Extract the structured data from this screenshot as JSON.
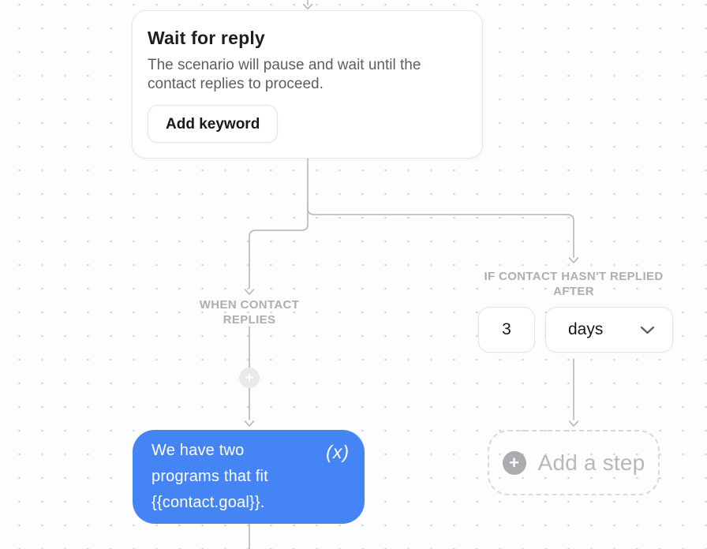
{
  "flow": {
    "wait_card": {
      "title": "Wait for reply",
      "description": "The scenario will pause and wait until the contact replies to proceed.",
      "add_keyword_label": "Add keyword"
    },
    "left_branch": {
      "label": "WHEN CONTACT REPLIES",
      "message_bubble": {
        "text": "We have two programs that fit {{contact.goal}}.",
        "variable_icon_glyph": "(x)"
      }
    },
    "right_branch": {
      "label": "IF CONTACT HASN'T REPLIED AFTER",
      "delay_value": "3",
      "delay_unit": "days",
      "add_step_label": "Add a step"
    }
  },
  "icons": {
    "plus": "+"
  },
  "colors": {
    "message_blue": "#4584F4",
    "connector_gray": "#B2B2B9",
    "label_gray": "#ADADB3",
    "text_dark": "#1B1E23",
    "text_muted": "#5B5E66"
  }
}
